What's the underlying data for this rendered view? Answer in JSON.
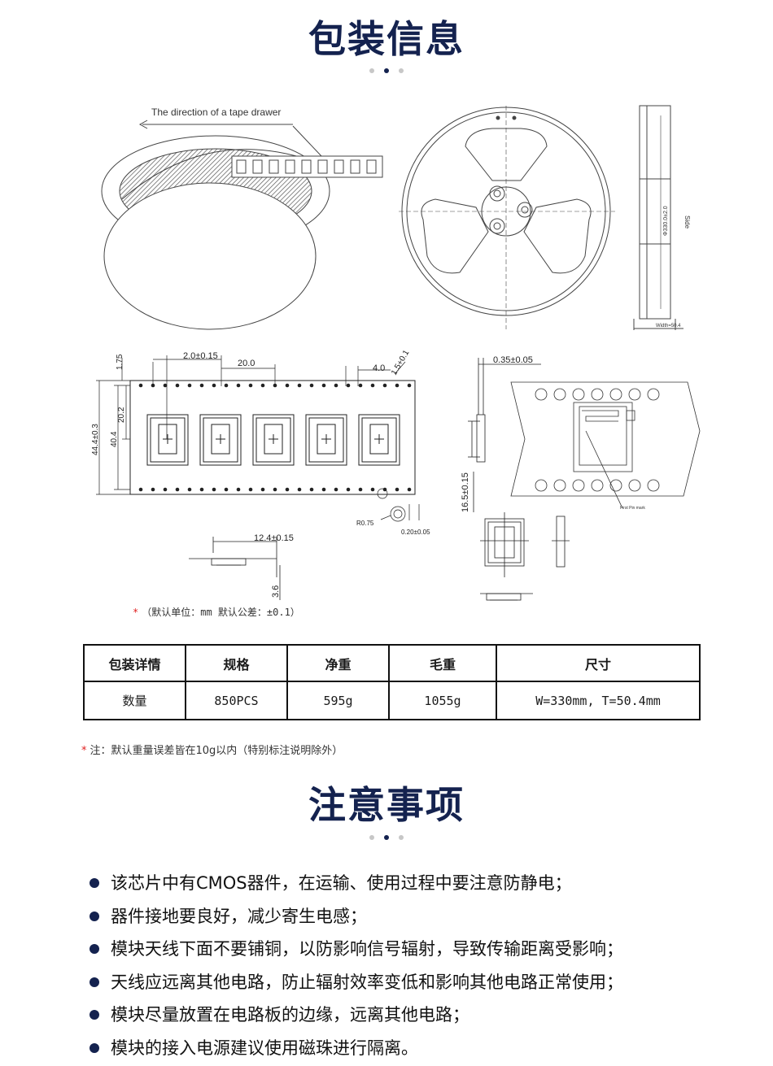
{
  "packaging": {
    "title": "包装信息",
    "drawing": {
      "tape_direction_label": "The direction of a tape drawer",
      "side_label": "Side",
      "diameter_label": "Φ330.0±2.0",
      "width_label": "Width=50.4",
      "pitch_hole_label": "2.0±0.15",
      "pitch_label": "20.0",
      "hole_pitch_label": "4.0",
      "hole_dia_label": "1.5+0.1",
      "top_offset_label": "1.75",
      "cavity_offset_label": "20.2",
      "tape_width_label": "44.4±0.3",
      "inner_width_label": "40.4",
      "radius_label": "R0.75",
      "thickness_small_label": "0.20±0.05",
      "cavity_width_label": "12.4±0.15",
      "cavity_depth_label": "3.6",
      "cover_thickness_label": "0.35±0.05",
      "cavity_length_label": "16.5±0.15",
      "first_pin_label": "First Pin mark"
    },
    "units_note_star": "*",
    "units_note": "（默认单位：mm    默认公差：±0.1）",
    "table": {
      "headers": [
        "包装详情",
        "规格",
        "净重",
        "毛重",
        "尺寸"
      ],
      "rows": [
        [
          "数量",
          "850PCS",
          "595g",
          "1055g",
          "W=330mm, T=50.4mm"
        ]
      ]
    },
    "weight_note_star": "*",
    "weight_note": "注：默认重量误差皆在10g以内（特别标注说明除外）"
  },
  "precautions": {
    "title": "注意事项",
    "items": [
      "该芯片中有CMOS器件，在运输、使用过程中要注意防静电；",
      "器件接地要良好，减少寄生电感；",
      "模块天线下面不要铺铜，以防影响信号辐射，导致传输距离受影响；",
      "天线应远离其他电路，防止辐射效率变低和影响其他电路正常使用；",
      "模块尽量放置在电路板的边缘，远离其他电路；",
      "模块的接入电源建议使用磁珠进行隔离。"
    ]
  }
}
